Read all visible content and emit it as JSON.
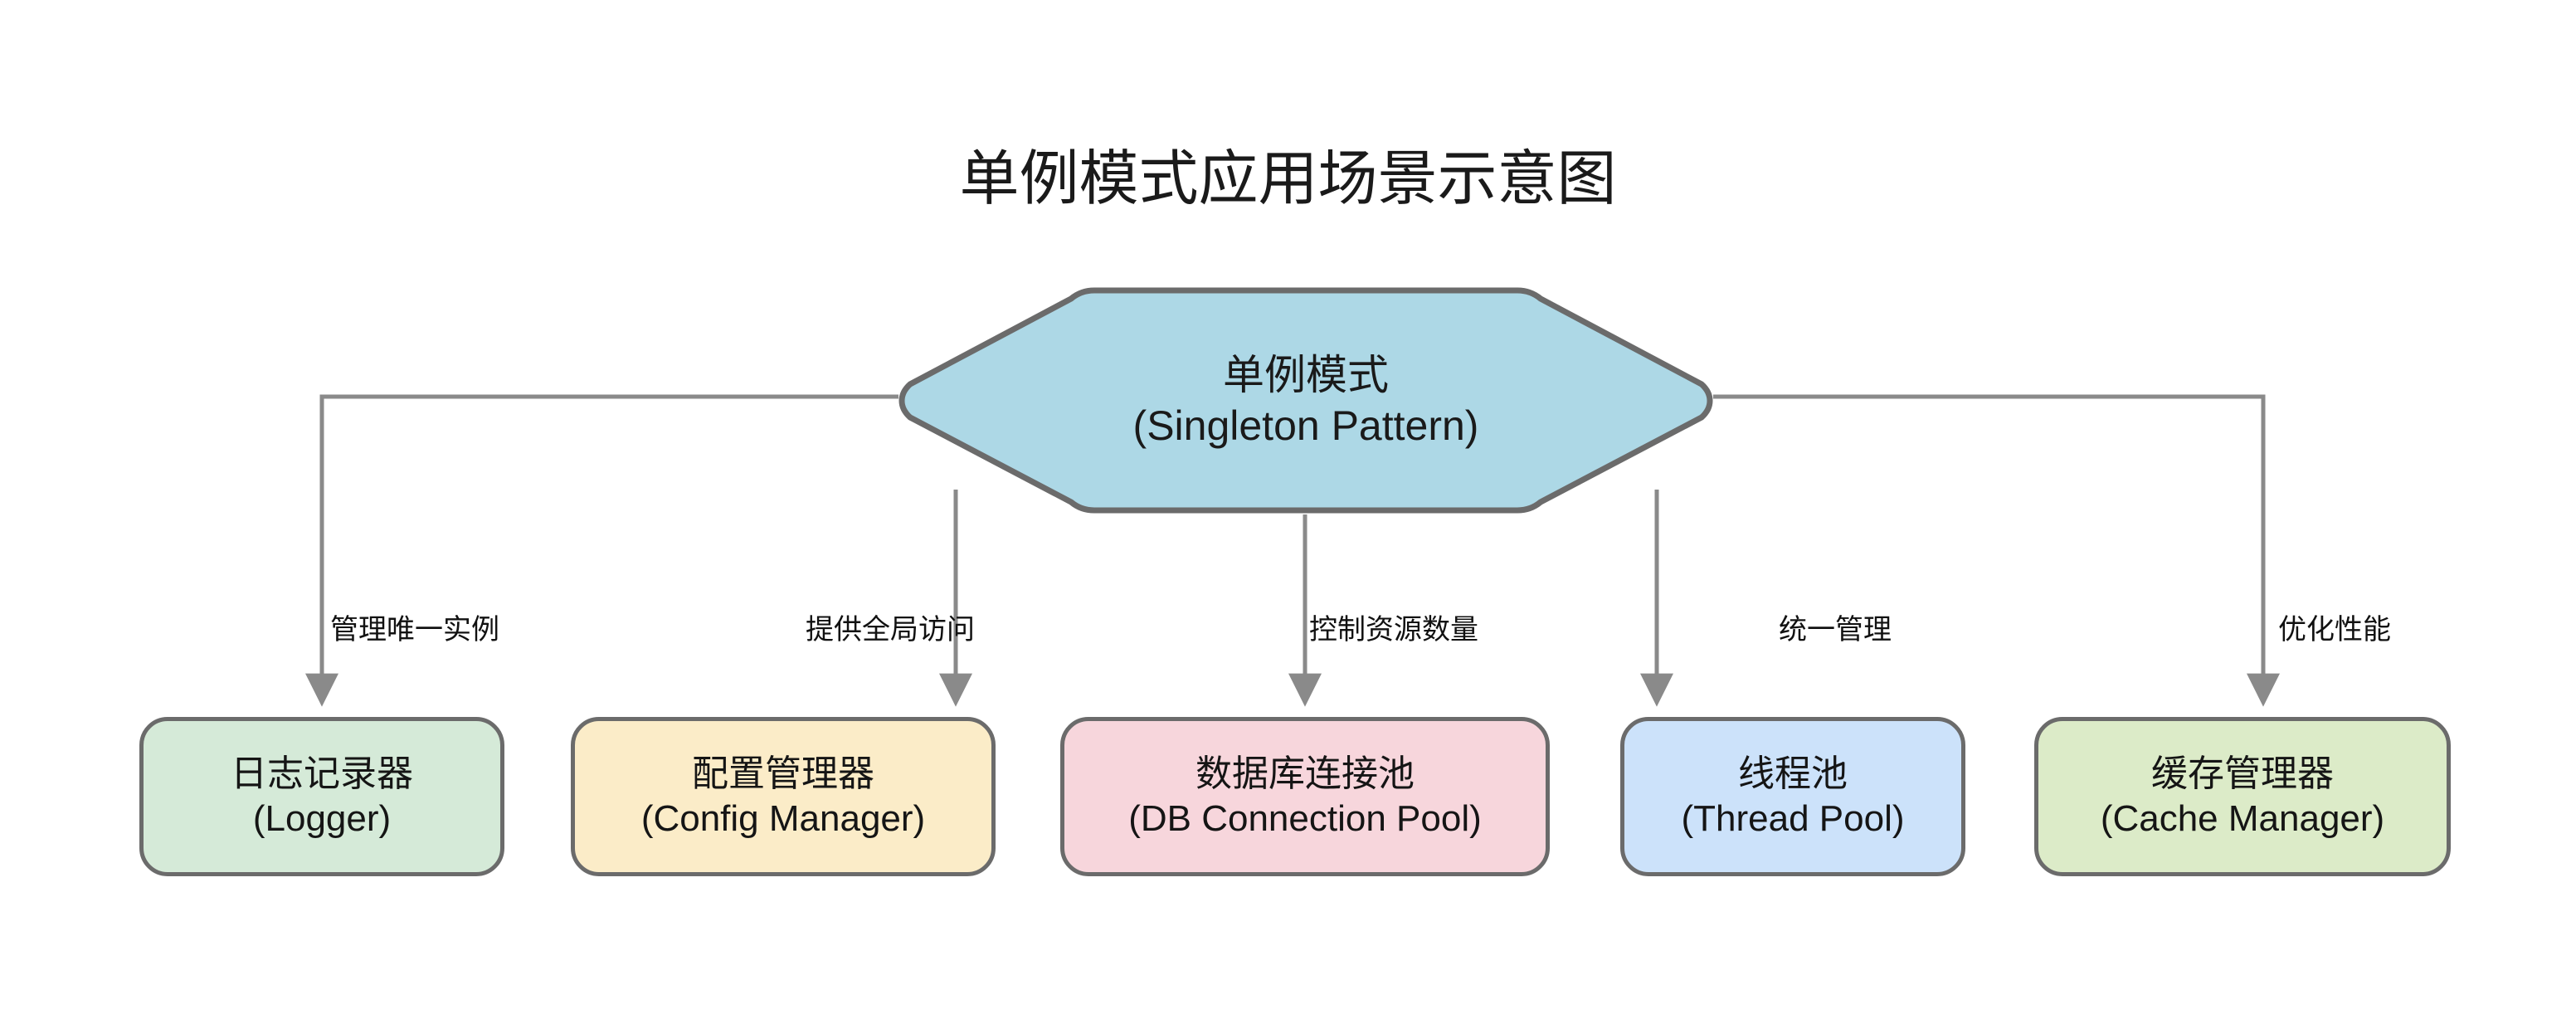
{
  "title": "单例模式应用场景示意图",
  "root": {
    "label_cn": "单例模式",
    "label_en": "(Singleton Pattern)",
    "fill": "#add8e6",
    "stroke": "#6b6b6b"
  },
  "edge_color": "#8a8a8a",
  "edges": [
    {
      "label": "管理唯一实例",
      "target": "logger"
    },
    {
      "label": "提供全局访问",
      "target": "config-manager"
    },
    {
      "label": "控制资源数量",
      "target": "db-connection-pool"
    },
    {
      "label": "统一管理",
      "target": "thread-pool"
    },
    {
      "label": "优化性能",
      "target": "cache-manager"
    }
  ],
  "nodes": [
    {
      "id": "logger",
      "label_cn": "日志记录器",
      "label_en": "(Logger)",
      "fill": "#d5ead8",
      "stroke": "#6b6b6b"
    },
    {
      "id": "config-manager",
      "label_cn": "配置管理器",
      "label_en": "(Config Manager)",
      "fill": "#fbecc8",
      "stroke": "#6b6b6b"
    },
    {
      "id": "db-connection-pool",
      "label_cn": "数据库连接池",
      "label_en": "(DB Connection Pool)",
      "fill": "#f7d6dc",
      "stroke": "#6b6b6b"
    },
    {
      "id": "thread-pool",
      "label_cn": "线程池",
      "label_en": "(Thread Pool)",
      "fill": "#cce2fa",
      "stroke": "#6b6b6b"
    },
    {
      "id": "cache-manager",
      "label_cn": "缓存管理器",
      "label_en": "(Cache Manager)",
      "fill": "#dcebc8",
      "stroke": "#6b6b6b"
    }
  ]
}
